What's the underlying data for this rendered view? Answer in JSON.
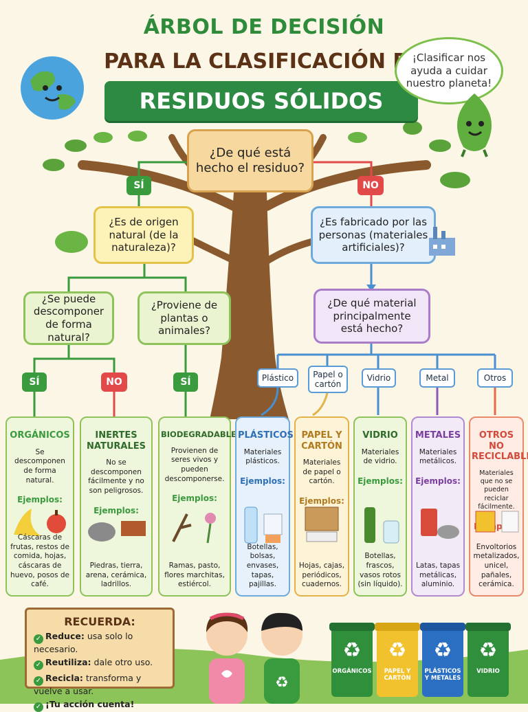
{
  "title": {
    "line1": "ÁRBOL DE DECISIÓN",
    "line2": "PARA LA CLASIFICACIÓN DE",
    "line3": "RESIDUOS SÓLIDOS"
  },
  "bubble": "¡Clasificar nos ayuda a cuidar nuestro planeta!",
  "root_question": "¿De qué está hecho el residuo?",
  "branch_yes": "SÍ",
  "branch_no": "NO",
  "q_natural": "¿Es de origen natural (de la naturaleza)?",
  "q_artificial": "¿Es fabricado por las personas (materiales artificiales)?",
  "q_decompose": "¿Se puede descomponer de forma natural?",
  "q_plants": "¿Proviene de plantas o animales?",
  "q_material": "¿De qué material principalmente está hecho?",
  "tag_si_1": "SÍ",
  "tag_no_1": "NO",
  "tag_si_2": "SÍ",
  "materials": [
    "Plástico",
    "Papel o cartón",
    "Vidrio",
    "Metal",
    "Otros"
  ],
  "examples_label": "Ejemplos:",
  "categories": [
    {
      "title": "ORGÁNICOS",
      "desc": "Se descomponen de forma natural.",
      "examples": "Cáscaras de frutas, restos de comida, hojas, cáscaras de huevo, posos de café.",
      "color": "#3a9a3e",
      "bg": "#eef6dc",
      "border": "#8ec25a"
    },
    {
      "title": "INERTES NATURALES",
      "desc": "No se descomponen fácilmente y no son peligrosos.",
      "examples": "Piedras, tierra, arena, cerámica, ladrillos.",
      "color": "#2e6b2a",
      "bg": "#eef6dc",
      "border": "#8ec25a"
    },
    {
      "title": "BIODEGRADABLES",
      "desc": "Provienen de seres vivos y pueden descomponerse.",
      "examples": "Ramas, pasto, flores marchitas, estiércol.",
      "color": "#2e6b2a",
      "bg": "#eef6dc",
      "border": "#8ec25a"
    },
    {
      "title": "PLÁSTICOS",
      "desc": "Materiales plásticos.",
      "examples": "Botellas, bolsas, envases, tapas, pajillas.",
      "color": "#2f6fb5",
      "bg": "#e6f1fb",
      "border": "#6ea9dc"
    },
    {
      "title": "PAPEL Y CARTÓN",
      "desc": "Materiales de papel o cartón.",
      "examples": "Hojas, cajas, periódicos, cuadernos.",
      "color": "#b07a1e",
      "bg": "#fdf3d6",
      "border": "#e3b34a"
    },
    {
      "title": "VIDRIO",
      "desc": "Materiales de vidrio.",
      "examples": "Botellas, frascos, vasos rotos (sin líquido).",
      "color": "#2e6b2a",
      "bg": "#eef6dc",
      "border": "#8ec25a"
    },
    {
      "title": "METALES",
      "desc": "Materiales metálicos.",
      "examples": "Latas, tapas metálicas, aluminio.",
      "color": "#7a3f9e",
      "bg": "#f3eaf8",
      "border": "#b08ad0"
    },
    {
      "title": "OTROS NO RECICLABLES",
      "desc": "Materiales que no se pueden reciclar fácilmente.",
      "examples": "Envoltorios metalizados, unicel, pañales, cerámica.",
      "color": "#d24a3a",
      "bg": "#fdebe4",
      "border": "#e88a6a"
    }
  ],
  "remember": {
    "title": "RECUERDA:",
    "items": [
      {
        "bold": "Reduce:",
        "text": " usa solo lo necesario."
      },
      {
        "bold": "Reutiliza:",
        "text": " dale otro uso."
      },
      {
        "bold": "Recicla:",
        "text": " transforma y vuelve a usar."
      },
      {
        "bold": "¡Tu acción cuenta!",
        "text": ""
      }
    ]
  },
  "bins": [
    {
      "label": "ORGÁNICOS",
      "color": "#2f8f3a",
      "lid": "#237030"
    },
    {
      "label": "PAPEL Y CARTÓN",
      "color": "#f2c12e",
      "lid": "#d8a515"
    },
    {
      "label": "PLÁSTICOS Y METALES",
      "color": "#2a6fc2",
      "lid": "#1f56a0"
    },
    {
      "label": "VIDRIO",
      "color": "#2f8f3a",
      "lid": "#237030"
    }
  ],
  "recycle_symbol": "♻"
}
